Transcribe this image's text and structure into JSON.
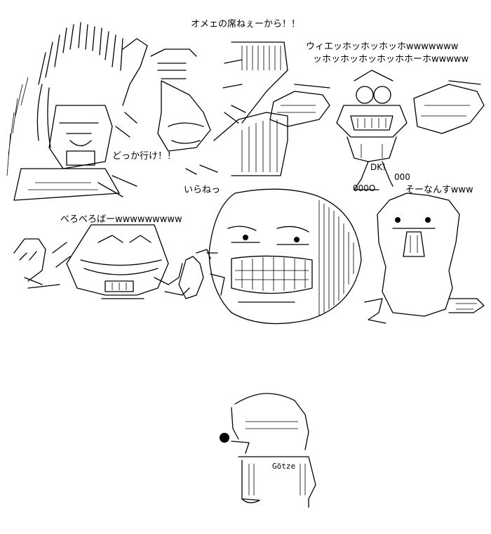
{
  "captions": {
    "top": "オメェの席ねぇーから！！",
    "laugh_line1": "ウィエッホッホッホッホwwwwwww",
    "laugh_line2": "ッホッホッホッホッホホーホwwwww",
    "go_away": "どっか行け！！",
    "iranee": "いらねっ",
    "sonansu": "そーなんすwww",
    "berobero": "べろべろばーwwwwwwwww"
  },
  "figure_labels": {
    "dk": "DK!",
    "ooo_right": "000",
    "ooo_left": "000O",
    "gotze": "Götze"
  },
  "colors": {
    "background": "#ffffff",
    "ink": "#000000"
  }
}
